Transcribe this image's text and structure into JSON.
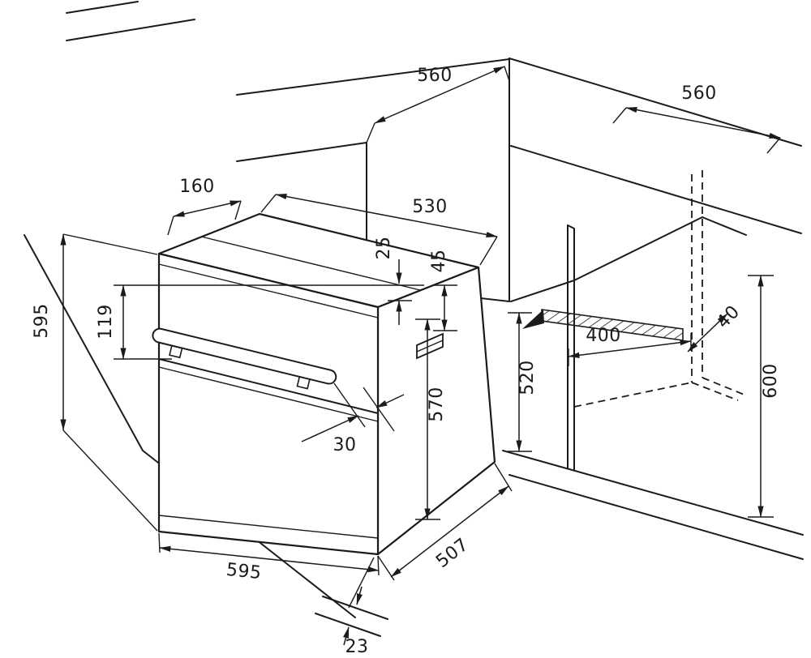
{
  "colors": {
    "line": "#1b1b1b",
    "background": "#ffffff"
  },
  "dimensions": {
    "upper_niche_depth": "560",
    "base_niche_depth": "560",
    "oven_top_depth": "530",
    "top_front_depth": "160",
    "top_clearance": "25",
    "side_top_clearance": "45",
    "oven_height": "595",
    "control_panel_height": "119",
    "niche_opening_height": "520",
    "niche_inner_depth": "400",
    "rear_gap": "40",
    "worktop_height": "600",
    "door_height": "570",
    "handle_clearance": "30",
    "oven_width": "595",
    "oven_depth": "507",
    "bottom_clearance": "23"
  }
}
